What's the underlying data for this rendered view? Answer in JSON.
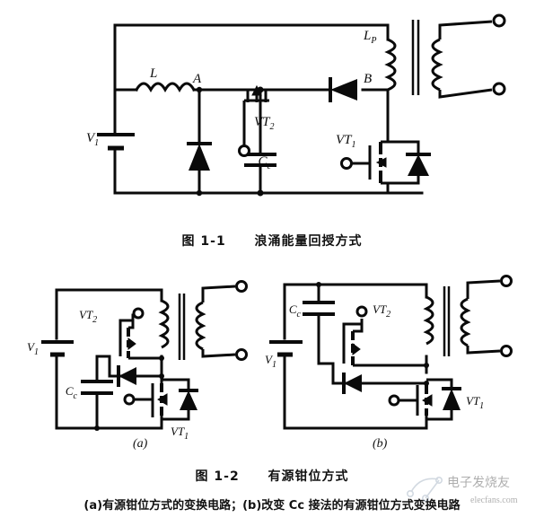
{
  "document": {
    "type": "scanned-textbook-figure-page",
    "language": "zh-CN"
  },
  "figure1": {
    "id": "fig-1-1",
    "caption_number": "图 1-1",
    "caption_title": "浪涌能量回授方式",
    "labels": {
      "source": "V",
      "source_sub": "1",
      "inductor": "L",
      "node_a": "A",
      "node_b": "B",
      "primary_inductor": "L",
      "primary_inductor_sub": "P",
      "clamp_cap": "C",
      "clamp_cap_sub": "c",
      "switch_main": "VT",
      "switch_main_sub": "1",
      "switch_aux": "VT",
      "switch_aux_sub": "2"
    }
  },
  "figure2": {
    "id": "fig-1-2",
    "caption_number": "图 1-2",
    "caption_title": "有源钳位方式",
    "description": "(a)有源钳位方式的变换电路；(b)改变 Cc 接法的有源钳位方式变换电路",
    "panel_a": {
      "tag": "(a)",
      "labels": {
        "source": "V",
        "source_sub": "1",
        "clamp_cap": "C",
        "clamp_cap_sub": "c",
        "switch_main": "VT",
        "switch_main_sub": "1",
        "switch_aux": "VT",
        "switch_aux_sub": "2"
      }
    },
    "panel_b": {
      "tag": "(b)",
      "labels": {
        "source": "V",
        "source_sub": "1",
        "clamp_cap": "C",
        "clamp_cap_sub": "c",
        "switch_main": "VT",
        "switch_main_sub": "1",
        "switch_aux": "VT",
        "switch_aux_sub": "2"
      }
    }
  },
  "watermark": {
    "text": "电子发烧友",
    "site": "elecfans.com"
  },
  "colors": {
    "ink": "#0a0a0a",
    "paper": "#ffffff"
  }
}
